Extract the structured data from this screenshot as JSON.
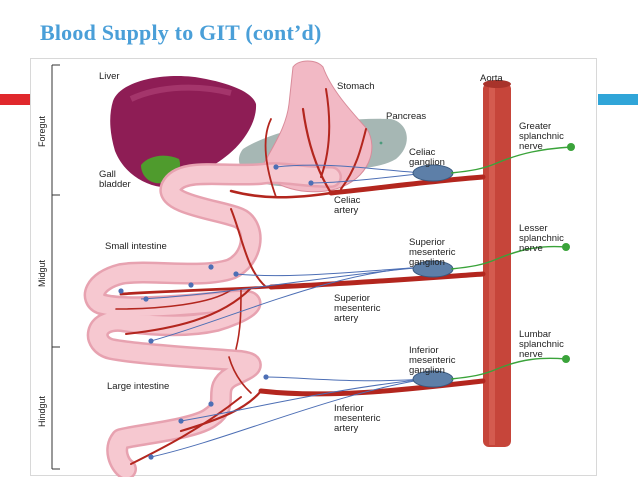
{
  "title": "Blood Supply to GIT (cont’d)",
  "colors": {
    "title": "#4a9fd8",
    "accent_left": "#e0282c",
    "accent_right": "#30a5d8",
    "artery": "#b3261e",
    "aorta": "#c6453a",
    "gut": "#f4bfc8",
    "liver": "#8e1d55",
    "gall_bladder": "#4f9b2d",
    "pancreas": "#a6b7b4",
    "nerve": "#3aa33a",
    "ganglion": "#5d7fa8",
    "autonomic_fiber": "#4d6fb5"
  },
  "sections": {
    "foregut": "Foregut",
    "midgut": "Midgut",
    "hindgut": "Hindgut"
  },
  "labels": {
    "liver": "Liver",
    "stomach": "Stomach",
    "aorta": "Aorta",
    "pancreas": "Pancreas",
    "gall_bladder": [
      "Gall",
      "bladder"
    ],
    "celiac_ganglion": [
      "Celiac",
      "ganglion"
    ],
    "celiac_artery": [
      "Celiac",
      "artery"
    ],
    "greater_splanchnic": [
      "Greater",
      "splanchnic",
      "nerve"
    ],
    "small_intestine": "Small intestine",
    "superior_mesenteric_ganglion": [
      "Superior",
      "mesenteric",
      "ganglion"
    ],
    "lesser_splanchnic": [
      "Lesser",
      "splanchnic",
      "nerve"
    ],
    "superior_mesenteric_artery": [
      "Superior",
      "mesenteric",
      "artery"
    ],
    "inferior_mesenteric_ganglion": [
      "Inferior",
      "mesenteric",
      "ganglion"
    ],
    "lumbar_splanchnic": [
      "Lumbar",
      "splanchnic",
      "nerve"
    ],
    "large_intestine": "Large intestine",
    "inferior_mesenteric_artery": [
      "Inferior",
      "mesenteric",
      "artery"
    ]
  }
}
